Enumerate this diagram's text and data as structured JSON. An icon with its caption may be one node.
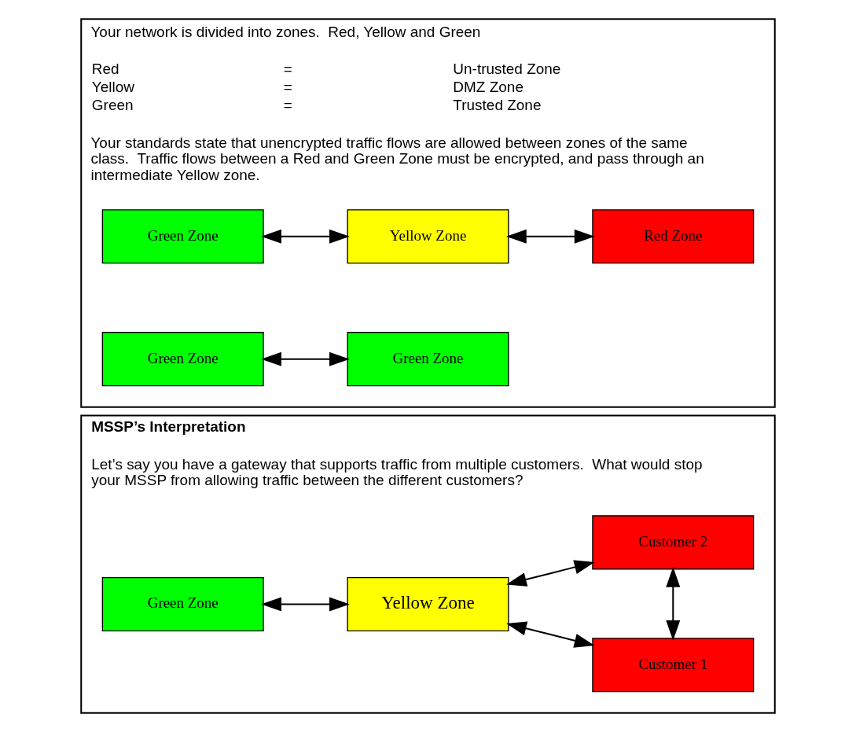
{
  "diagram": {
    "nodes": [
      {
        "text": [
          "Your network is divided into zones.  Red, Yellow and Green",
          "Red",
          "=",
          "Un-trusted Zone",
          "Yellow",
          "=",
          "DMZ Zone",
          "Green",
          "=",
          "Trusted Zone",
          "Your standards state that unencrypted traffic flows are allowed between zones of the same class.  Traffic flows between a Red and Green Zone must be encrypted, and pass through an intermediate Yellow zone."
        ]
      },
      {
        "text": [
          "Green Zone"
        ],
        "in": 0
      },
      {
        "text": [
          "Green Zone"
        ],
        "in": 0
      },
      {
        "text": [
          "Green Zone"
        ],
        "in": 0
      },
      {
        "text": [
          "Yellow Zone"
        ],
        "in": 0
      },
      {
        "text": [
          "Red Zone"
        ],
        "in": 0
      },
      {
        "text": [
          "MSSP’s Interpretation",
          "Let’s say you have a gateway that supports traffic from multiple customers.  What would stop your MSSP from allowing traffic between the different customers?"
        ]
      },
      {
        "text": [
          "Green Zone"
        ],
        "in": 6
      },
      {
        "text": [
          "Yellow Zone"
        ],
        "in": 6
      },
      {
        "text": [
          "Customer 1"
        ],
        "in": 6
      },
      {
        "text": [
          "Customer 2"
        ],
        "in": 6
      }
    ],
    "edges": [
      {
        "from": 1,
        "to": 2,
        "arrow": "both"
      },
      {
        "from": 3,
        "to": 4,
        "arrow": "both"
      },
      {
        "from": 4,
        "to": 5,
        "arrow": "both"
      },
      {
        "from": 7,
        "to": 8,
        "arrow": "both"
      },
      {
        "from": 8,
        "to": 9,
        "arrow": "both"
      },
      {
        "from": 8,
        "to": 10,
        "arrow": "both"
      },
      {
        "from": 9,
        "to": 10,
        "arrow": "both"
      }
    ]
  }
}
